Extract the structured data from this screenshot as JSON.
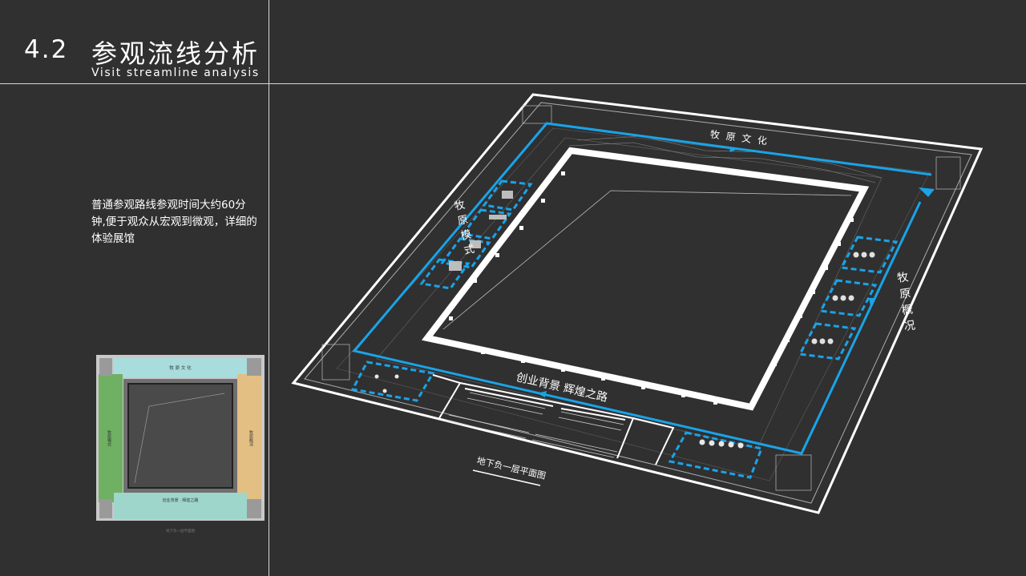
{
  "header": {
    "number": "4.2",
    "title_cn": "参观流线分析",
    "title_en": "Visit streamline analysis"
  },
  "description": "普通参观路线参观时间大约60分钟,便于观众从宏观到微观，详细的体验展馆",
  "plan": {
    "labels": {
      "top": "牧 原 文 化",
      "left": "牧\n原\n模\n式",
      "right": "牧\n原\n概\n况",
      "bottom": "创业背景  辉煌之路",
      "caption": "地下负一层平面图"
    },
    "colors": {
      "route": "#1aa3e8",
      "walls": "#ffffff",
      "background": "#303030"
    }
  },
  "thumbnail": {
    "labels": {
      "top": "牧 原 文 化",
      "left": "牧原模式",
      "right": "牧原概况",
      "bottom": "创业背景 · 辉煌之路",
      "caption": "地下负一层平面图"
    },
    "colors": {
      "top_zone": "#a9dcdc",
      "left_zone": "#6fb063",
      "right_zone": "#e3bf83",
      "bottom_zone": "#9ed6cc"
    }
  }
}
